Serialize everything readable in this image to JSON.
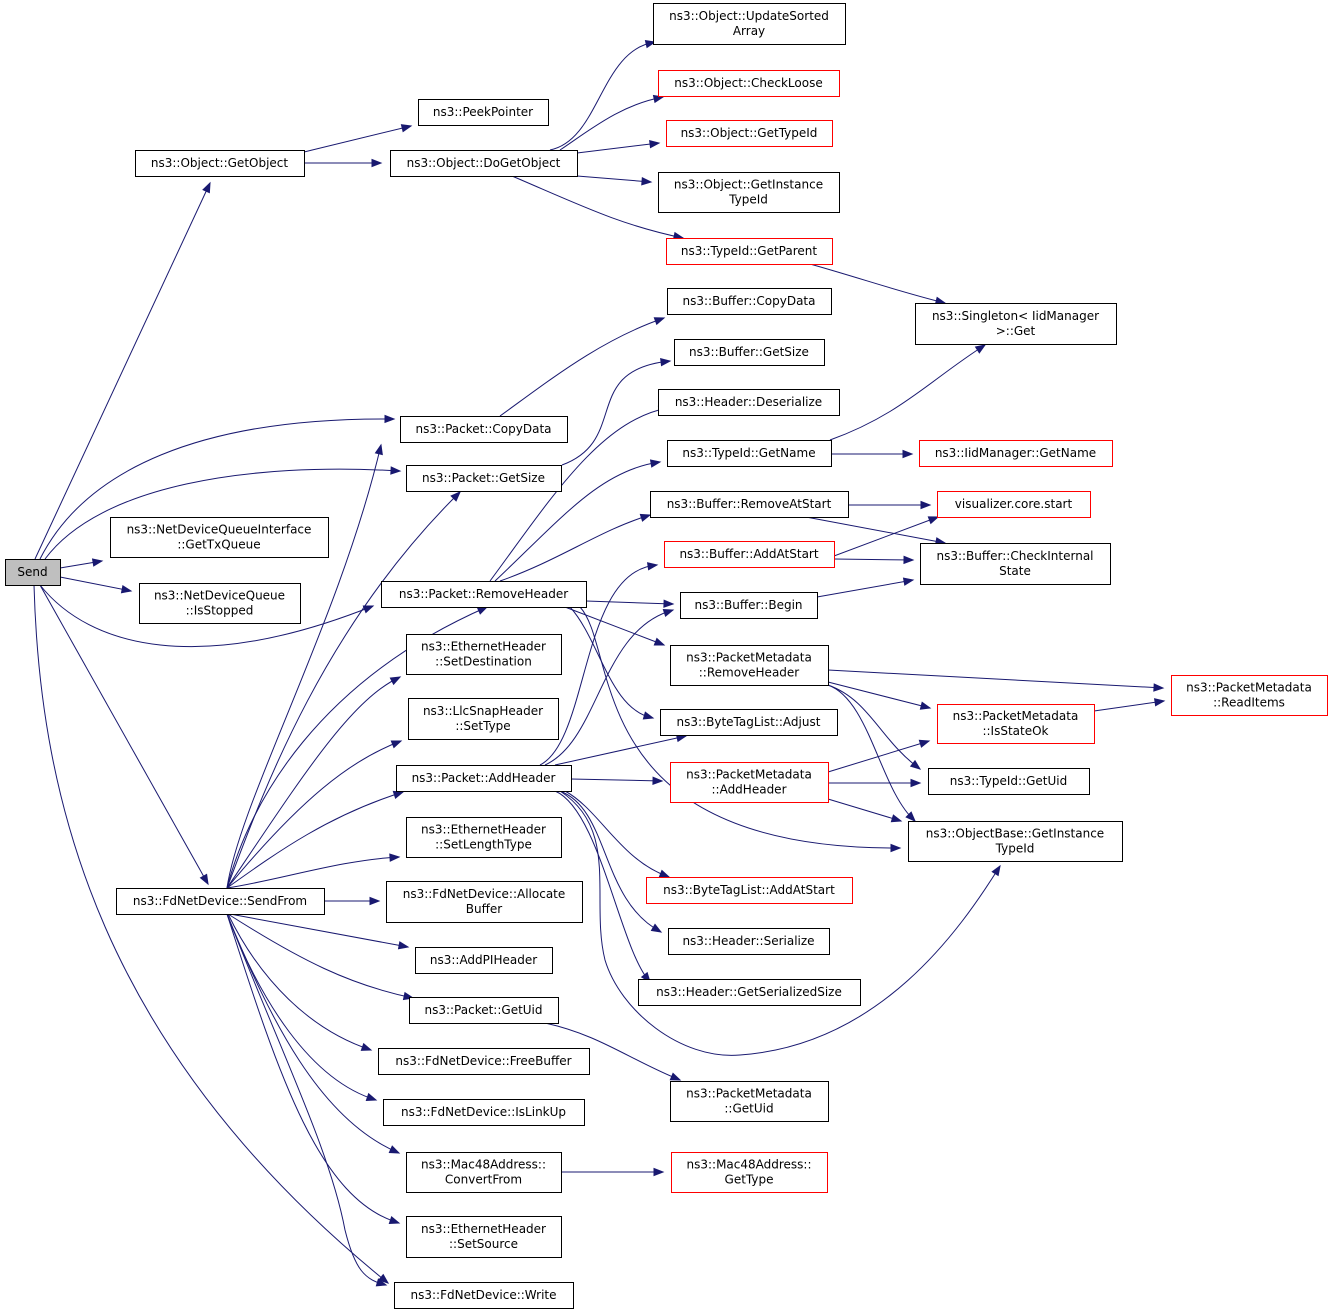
{
  "colors": {
    "edge": "#191970",
    "box_default": "#000000",
    "box_truncated": "#ff0000",
    "root_fill": "#bfbfbf",
    "node_fill": "#ffffff"
  },
  "nodes": [
    {
      "id": "send",
      "lines": [
        "Send"
      ],
      "style": "root"
    },
    {
      "id": "getobject",
      "lines": [
        "ns3::Object::GetObject"
      ],
      "style": "normal"
    },
    {
      "id": "peekpointer",
      "lines": [
        "ns3::PeekPointer"
      ],
      "style": "normal"
    },
    {
      "id": "dogetobject",
      "lines": [
        "ns3::Object::DoGetObject"
      ],
      "style": "normal"
    },
    {
      "id": "updatesorted",
      "lines": [
        "ns3::Object::UpdateSorted",
        "Array"
      ],
      "style": "normal"
    },
    {
      "id": "checkloose",
      "lines": [
        "ns3::Object::CheckLoose"
      ],
      "style": "truncated"
    },
    {
      "id": "obj_gettypeid",
      "lines": [
        "ns3::Object::GetTypeId"
      ],
      "style": "truncated"
    },
    {
      "id": "getinstancetypeid",
      "lines": [
        "ns3::Object::GetInstance",
        "TypeId"
      ],
      "style": "normal"
    },
    {
      "id": "getparent",
      "lines": [
        "ns3::TypeId::GetParent"
      ],
      "style": "truncated"
    },
    {
      "id": "singleton",
      "lines": [
        "ns3::Singleton< IidManager",
        ">::Get"
      ],
      "style": "normal"
    },
    {
      "id": "buf_copydata",
      "lines": [
        "ns3::Buffer::CopyData"
      ],
      "style": "normal"
    },
    {
      "id": "buf_getsize",
      "lines": [
        "ns3::Buffer::GetSize"
      ],
      "style": "normal"
    },
    {
      "id": "hdr_deserialize",
      "lines": [
        "ns3::Header::Deserialize"
      ],
      "style": "normal"
    },
    {
      "id": "pkt_copydata",
      "lines": [
        "ns3::Packet::CopyData"
      ],
      "style": "normal"
    },
    {
      "id": "pkt_getsize",
      "lines": [
        "ns3::Packet::GetSize"
      ],
      "style": "normal"
    },
    {
      "id": "typeid_getname",
      "lines": [
        "ns3::TypeId::GetName"
      ],
      "style": "normal"
    },
    {
      "id": "iid_getname",
      "lines": [
        "ns3::IidManager::GetName"
      ],
      "style": "truncated"
    },
    {
      "id": "gettxqueue",
      "lines": [
        "ns3::NetDeviceQueueInterface",
        "::GetTxQueue"
      ],
      "style": "normal"
    },
    {
      "id": "buf_removeatstart",
      "lines": [
        "ns3::Buffer::RemoveAtStart"
      ],
      "style": "normal"
    },
    {
      "id": "vis_start",
      "lines": [
        "visualizer.core.start"
      ],
      "style": "truncated"
    },
    {
      "id": "buf_addatstart",
      "lines": [
        "ns3::Buffer::AddAtStart"
      ],
      "style": "truncated"
    },
    {
      "id": "buf_checkinternal",
      "lines": [
        "ns3::Buffer::CheckInternal",
        "State"
      ],
      "style": "normal"
    },
    {
      "id": "isstopped",
      "lines": [
        "ns3::NetDeviceQueue",
        "::IsStopped"
      ],
      "style": "normal"
    },
    {
      "id": "pkt_removeheader",
      "lines": [
        "ns3::Packet::RemoveHeader"
      ],
      "style": "normal"
    },
    {
      "id": "buf_begin",
      "lines": [
        "ns3::Buffer::Begin"
      ],
      "style": "normal"
    },
    {
      "id": "eth_setdest",
      "lines": [
        "ns3::EthernetHeader",
        "::SetDestination"
      ],
      "style": "normal"
    },
    {
      "id": "pm_removeheader",
      "lines": [
        "ns3::PacketMetadata",
        "::RemoveHeader"
      ],
      "style": "normal"
    },
    {
      "id": "pm_readitems",
      "lines": [
        "ns3::PacketMetadata",
        "::ReadItems"
      ],
      "style": "truncated"
    },
    {
      "id": "llc_settype",
      "lines": [
        "ns3::LlcSnapHeader",
        "::SetType"
      ],
      "style": "normal"
    },
    {
      "id": "btl_adjust",
      "lines": [
        "ns3::ByteTagList::Adjust"
      ],
      "style": "normal"
    },
    {
      "id": "pm_isstateok",
      "lines": [
        "ns3::PacketMetadata",
        "::IsStateOk"
      ],
      "style": "truncated"
    },
    {
      "id": "pkt_addheader",
      "lines": [
        "ns3::Packet::AddHeader"
      ],
      "style": "normal"
    },
    {
      "id": "pm_addheader",
      "lines": [
        "ns3::PacketMetadata",
        "::AddHeader"
      ],
      "style": "truncated"
    },
    {
      "id": "typeid_getuid",
      "lines": [
        "ns3::TypeId::GetUid"
      ],
      "style": "normal"
    },
    {
      "id": "eth_setlength",
      "lines": [
        "ns3::EthernetHeader",
        "::SetLengthType"
      ],
      "style": "normal"
    },
    {
      "id": "objbase_getinst",
      "lines": [
        "ns3::ObjectBase::GetInstance",
        "TypeId"
      ],
      "style": "normal"
    },
    {
      "id": "btl_addatstart",
      "lines": [
        "ns3::ByteTagList::AddAtStart"
      ],
      "style": "truncated"
    },
    {
      "id": "fd_sendfrom",
      "lines": [
        "ns3::FdNetDevice::SendFrom"
      ],
      "style": "normal"
    },
    {
      "id": "fd_allocbuf",
      "lines": [
        "ns3::FdNetDevice::Allocate",
        "Buffer"
      ],
      "style": "normal"
    },
    {
      "id": "hdr_serialize",
      "lines": [
        "ns3::Header::Serialize"
      ],
      "style": "normal"
    },
    {
      "id": "addpiheader",
      "lines": [
        "ns3::AddPIHeader"
      ],
      "style": "normal"
    },
    {
      "id": "hdr_getsersize",
      "lines": [
        "ns3::Header::GetSerializedSize"
      ],
      "style": "normal"
    },
    {
      "id": "pkt_getuid",
      "lines": [
        "ns3::Packet::GetUid"
      ],
      "style": "normal"
    },
    {
      "id": "fd_freebuf",
      "lines": [
        "ns3::FdNetDevice::FreeBuffer"
      ],
      "style": "normal"
    },
    {
      "id": "pm_getuid",
      "lines": [
        "ns3::PacketMetadata",
        "::GetUid"
      ],
      "style": "normal"
    },
    {
      "id": "fd_islinkup",
      "lines": [
        "ns3::FdNetDevice::IsLinkUp"
      ],
      "style": "normal"
    },
    {
      "id": "mac_convertfrom",
      "lines": [
        "ns3::Mac48Address::",
        "ConvertFrom"
      ],
      "style": "normal"
    },
    {
      "id": "mac_gettype",
      "lines": [
        "ns3::Mac48Address::",
        "GetType"
      ],
      "style": "truncated"
    },
    {
      "id": "eth_setsource",
      "lines": [
        "ns3::EthernetHeader",
        "::SetSource"
      ],
      "style": "normal"
    },
    {
      "id": "fd_write",
      "lines": [
        "ns3::FdNetDevice::Write"
      ],
      "style": "normal"
    }
  ]
}
